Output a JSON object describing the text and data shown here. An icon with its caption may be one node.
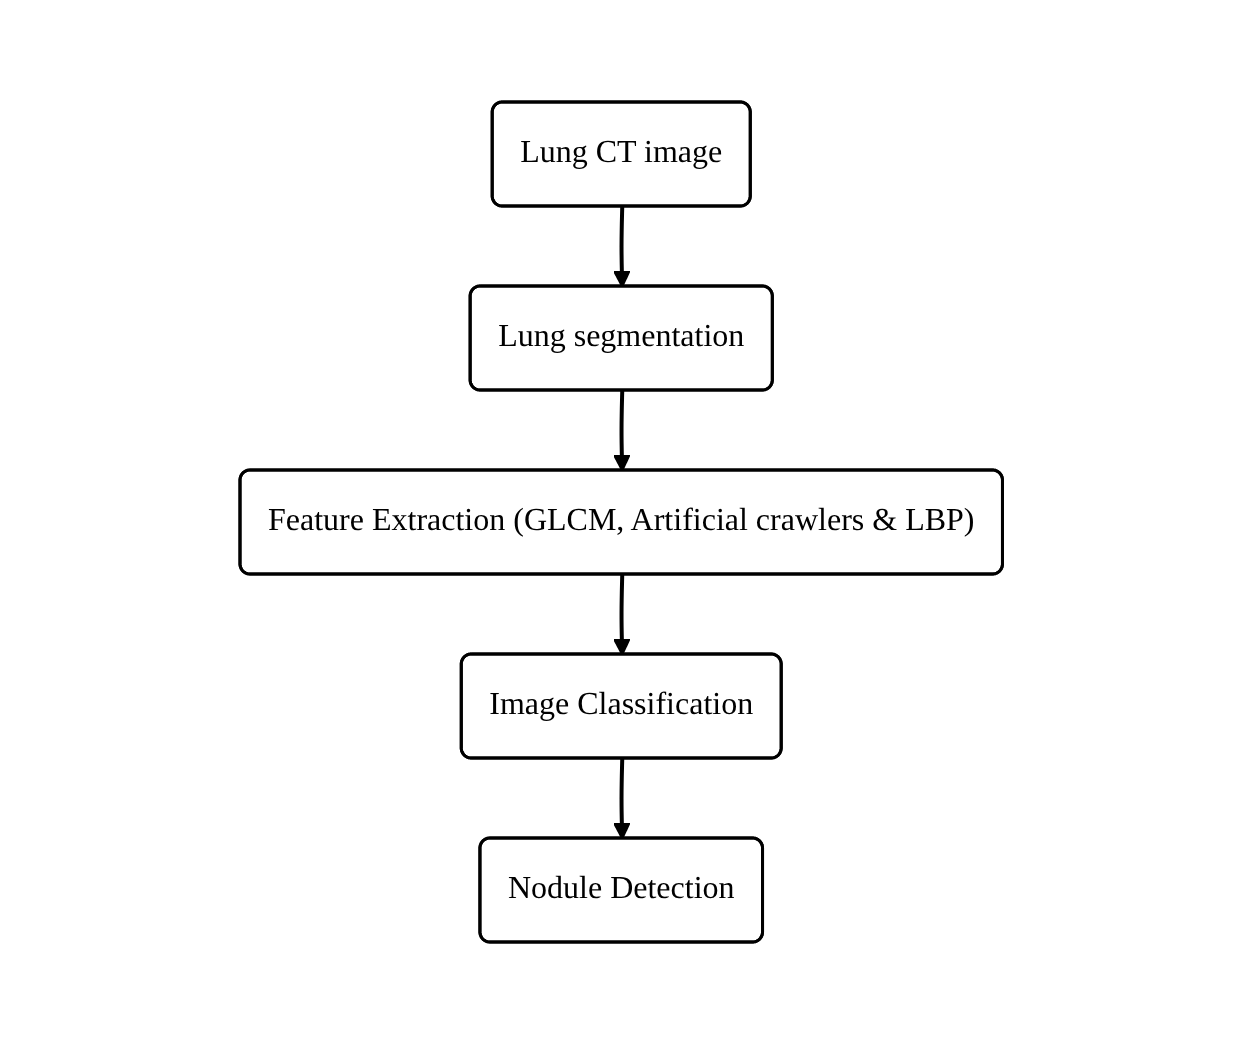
{
  "diagram": {
    "nodes": [
      {
        "text": [
          "Lung CT image"
        ]
      },
      {
        "text": [
          "Lung segmentation"
        ]
      },
      {
        "text": [
          "Feature Extraction (GLCM, Artificial crawlers & LBP)"
        ]
      },
      {
        "text": [
          "Image Classification"
        ]
      },
      {
        "text": [
          "Nodule Detection"
        ]
      }
    ],
    "edges": [
      {
        "from": 0,
        "to": 1,
        "arrow": "to"
      },
      {
        "from": 1,
        "to": 2,
        "arrow": "to"
      },
      {
        "from": 2,
        "to": 3,
        "arrow": "to"
      },
      {
        "from": 3,
        "to": 4,
        "arrow": "to"
      }
    ]
  }
}
